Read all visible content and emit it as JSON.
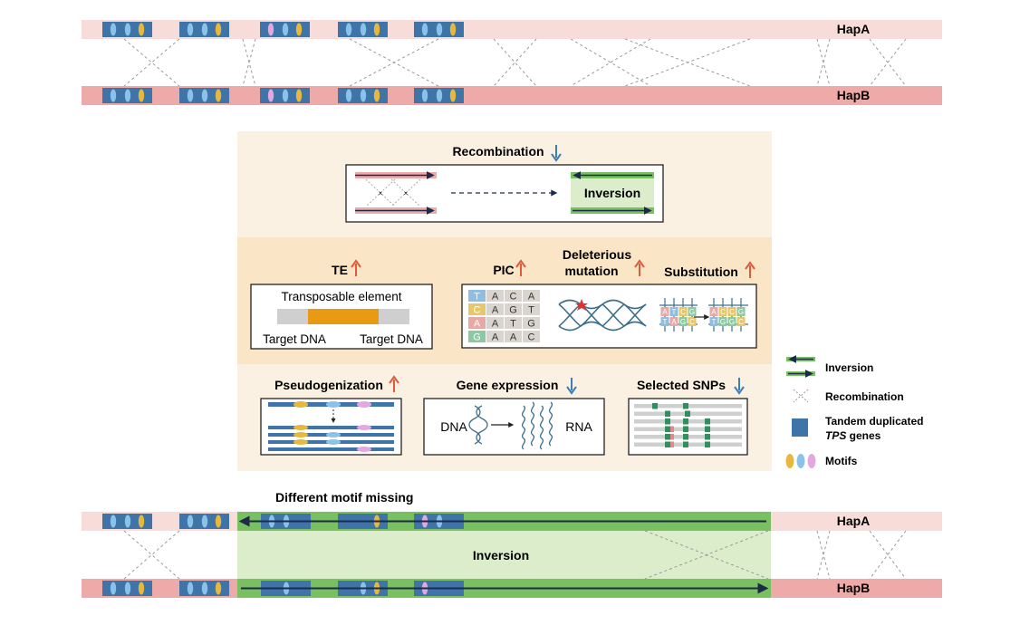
{
  "top": {
    "hapA": "HapA",
    "hapB": "HapB"
  },
  "recombination_section": {
    "title": "Recombination",
    "arrow": "down",
    "box_label": "Inversion"
  },
  "middle": {
    "te": {
      "title": "TE",
      "arrow": "up",
      "box_title": "Transposable element",
      "left_label": "Target DNA",
      "right_label": "Target DNA"
    },
    "pic": {
      "title": "PIC",
      "arrow": "up",
      "rows": [
        [
          "T",
          "A",
          "C",
          "A"
        ],
        [
          "C",
          "A",
          "G",
          "T"
        ],
        [
          "A",
          "A",
          "T",
          "G"
        ],
        [
          "G",
          "A",
          "A",
          "C"
        ]
      ]
    },
    "deleterious": {
      "title_line1": "Deleterious",
      "title_line2": "mutation",
      "arrow": "up"
    },
    "substitution": {
      "title": "Substitution",
      "arrow": "up",
      "before_top": "ATCG",
      "before_bottom": "TAGC",
      "after_top": "ACCG",
      "after_bottom": "TGGC"
    }
  },
  "lower": {
    "pseudogenization": {
      "title": "Pseudogenization",
      "arrow": "up"
    },
    "gene_expression": {
      "title": "Gene expression",
      "arrow": "down",
      "left": "DNA",
      "right": "RNA"
    },
    "selected_snps": {
      "title": "Selected SNPs",
      "arrow": "down"
    }
  },
  "legend": {
    "inversion": "Inversion",
    "recombination": "Recombination",
    "tandem_line1": "Tandem duplicated",
    "tandem_italic": "TPS",
    "tandem_rest": " genes",
    "motifs": "Motifs"
  },
  "bottom": {
    "caption": "Different motif missing",
    "inversion": "Inversion",
    "hapA": "HapA",
    "hapB": "HapB"
  },
  "colors": {
    "hapA": "#f8dcd9",
    "hapB": "#eeaaa8",
    "gene": "#3f74a8",
    "inversion": "#78c060",
    "inversion_light": "#dcedcc",
    "panel_top": "#fbf1e2",
    "panel_mid": "#fae6c6",
    "motif_yellow": "#e8b83c",
    "motif_blue": "#8bc2ea",
    "motif_pink": "#e3a8de",
    "arrow_up": "#e05a3c",
    "arrow_down": "#3d7eb9",
    "te_orange": "#e89a12"
  }
}
